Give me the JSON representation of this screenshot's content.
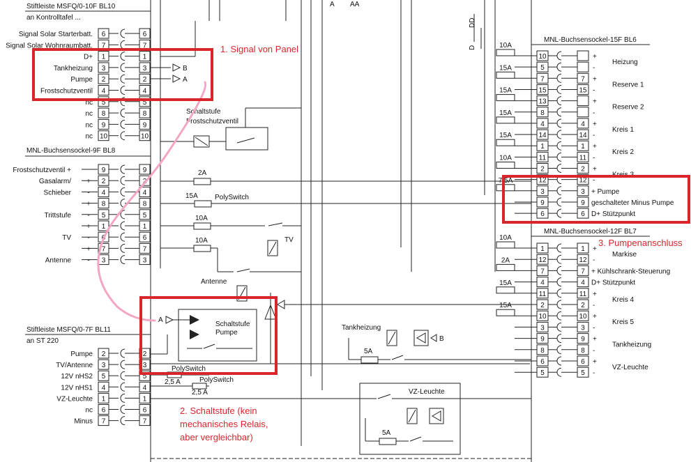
{
  "colors": {
    "highlight": "#d9262b",
    "route": "#f2a6c4",
    "ink": "#222222"
  },
  "top_letters": {
    "a": "A",
    "aa": "AA",
    "dd": "DD",
    "d": "D"
  },
  "kontrollpanel": {
    "header1": "Stiftleiste MSFQ/0-10F BL10",
    "header2": "an Kontrolltafel ...",
    "rows": [
      {
        "label": "Signal Solar Starterbatt.",
        "pin": "6",
        "pin2": "6"
      },
      {
        "label": "Signal Solar Wohnraumbatt.",
        "pin": "7",
        "pin2": "7"
      },
      {
        "label": "D+",
        "pin": "1",
        "pin2": "1"
      },
      {
        "label": "Tankheizung",
        "pin": "3",
        "pin2": "3"
      },
      {
        "label": "Pumpe",
        "pin": "2",
        "pin2": "2"
      },
      {
        "label": "Frostschutzventil",
        "pin": "4",
        "pin2": "4"
      },
      {
        "label": "nc",
        "pin": "5",
        "pin2": "5"
      },
      {
        "label": "nc",
        "pin": "8",
        "pin2": "8"
      },
      {
        "label": "nc",
        "pin": "9",
        "pin2": "9"
      },
      {
        "label": "nc",
        "pin": "10",
        "pin2": "10"
      }
    ],
    "out_b": "B",
    "out_a": "A"
  },
  "bl8": {
    "header": "MNL-Buchsensockel-9F BL8",
    "rows": [
      {
        "label": "Frostschutzventil +",
        "sign": "",
        "pin": "9",
        "pin2": "9"
      },
      {
        "label": "Gasalarm/",
        "sign": "+",
        "pin": "2",
        "pin2": "2"
      },
      {
        "label": "Schieber",
        "sign": "-",
        "pin": "4",
        "pin2": "4"
      },
      {
        "label": "",
        "sign": "+",
        "pin": "8",
        "pin2": "8"
      },
      {
        "label": "Trittstufe",
        "sign": "-",
        "pin": "5",
        "pin2": "5"
      },
      {
        "label": "",
        "sign": "+",
        "pin": "1",
        "pin2": "1"
      },
      {
        "label": "TV",
        "sign": "-",
        "pin": "6",
        "pin2": "6"
      },
      {
        "label": "",
        "sign": "+",
        "pin": "7",
        "pin2": "7"
      },
      {
        "label": "Antenne",
        "sign": "-",
        "pin": "3",
        "pin2": "3"
      }
    ]
  },
  "bl11": {
    "header1": "Stiftleiste MSFQ/0-7F BL11",
    "header2": "an ST 220",
    "rows": [
      {
        "label": "Pumpe",
        "pin": "2",
        "pin2": "2"
      },
      {
        "label": "TV/Antenne",
        "pin": "3",
        "pin2": "3"
      },
      {
        "label": "12V nHS2",
        "pin": "5",
        "pin2": "5"
      },
      {
        "label": "12V nHS1",
        "pin": "4",
        "pin2": "4"
      },
      {
        "label": "VZ-Leuchte",
        "pin": "1",
        "pin2": "1"
      },
      {
        "label": "nc",
        "pin": "6",
        "pin2": "6"
      },
      {
        "label": "Minus",
        "pin": "7",
        "pin2": "7"
      }
    ]
  },
  "center": {
    "schaltstufe_frost_1": "Schaltstufe",
    "schaltstufe_frost_2": "Frostschutzventil",
    "fuse_2a": "2A",
    "fuse_15a": "15A",
    "polyswitch": "PolySwitch",
    "fuse_10a_tv": "10A",
    "fuse_10a_ant": "10A",
    "tv": "TV",
    "antenne": "Antenne",
    "a_in": "A",
    "schaltstufe_pumpe_1": "Schaltstufe",
    "schaltstufe_pumpe_2": "Pumpe",
    "polyswitch_low": "PolySwitch",
    "polyswitch_low2": "PolySwitch",
    "fuse_25a_1": "2,5 A",
    "fuse_25a_2": "2,5 A",
    "tankheizung": "Tankheizung",
    "fuse_5a_tank": "5A",
    "b_in": "B",
    "vz_leuchte": "VZ-Leuchte",
    "fuse_5a_vz": "5A"
  },
  "bl6": {
    "header": "MNL-Buchsensockel-15F BL6",
    "rows": [
      {
        "fuse": "10A",
        "pin": "10",
        "pin2": "",
        "sign": "+",
        "group": "Heizung"
      },
      {
        "fuse": "",
        "pin": "5",
        "pin2": "",
        "sign": "-",
        "group": ""
      },
      {
        "fuse": "15A",
        "pin": "7",
        "pin2": "7",
        "sign": "+",
        "group": "Reserve 1"
      },
      {
        "fuse": "",
        "pin": "15",
        "pin2": "15",
        "sign": "-",
        "group": ""
      },
      {
        "fuse": "15A",
        "pin": "13",
        "pin2": "",
        "sign": "+",
        "group": "Reserve 2"
      },
      {
        "fuse": "",
        "pin": "8",
        "pin2": "",
        "sign": "-",
        "group": ""
      },
      {
        "fuse": "15A",
        "pin": "4",
        "pin2": "4",
        "sign": "+",
        "group": "Kreis 1"
      },
      {
        "fuse": "",
        "pin": "14",
        "pin2": "14",
        "sign": "-",
        "group": ""
      },
      {
        "fuse": "15A",
        "pin": "1",
        "pin2": "1",
        "sign": "+",
        "group": "Kreis 2"
      },
      {
        "fuse": "",
        "pin": "11",
        "pin2": "11",
        "sign": "-",
        "group": ""
      },
      {
        "fuse": "10A",
        "pin": "2",
        "pin2": "2",
        "sign": "+",
        "group": "Kreis 3"
      },
      {
        "fuse": "",
        "pin": "12",
        "pin2": "12",
        "sign": "-",
        "group": ""
      },
      {
        "fuse": "7,5A",
        "pin": "3",
        "pin2": "3",
        "sign": "",
        "group": "+ Pumpe"
      },
      {
        "fuse": "",
        "pin": "9",
        "pin2": "9",
        "sign": "",
        "group": "geschalteter Minus Pumpe"
      },
      {
        "fuse": "",
        "pin": "6",
        "pin2": "6",
        "sign": "",
        "group": "D+ Stützpunkt"
      }
    ]
  },
  "bl7": {
    "header": "MNL-Buchsensockel-12F BL7",
    "rows": [
      {
        "fuse": "10A",
        "pin": "1",
        "pin2": "1",
        "sign": "+",
        "group": "Markise"
      },
      {
        "fuse": "",
        "pin": "12",
        "pin2": "12",
        "sign": "-",
        "group": ""
      },
      {
        "fuse": "2A",
        "pin": "7",
        "pin2": "7",
        "sign": "",
        "group": "+ Kühlschrank-Steuerung"
      },
      {
        "fuse": "",
        "pin": "4",
        "pin2": "4",
        "sign": "",
        "group": "D+ Stützpunkt"
      },
      {
        "fuse": "15A",
        "pin": "11",
        "pin2": "11",
        "sign": "+",
        "group": "Kreis 4"
      },
      {
        "fuse": "",
        "pin": "2",
        "pin2": "2",
        "sign": "-",
        "group": ""
      },
      {
        "fuse": "15A",
        "pin": "10",
        "pin2": "10",
        "sign": "+",
        "group": "Kreis 5"
      },
      {
        "fuse": "",
        "pin": "3",
        "pin2": "3",
        "sign": "-",
        "group": ""
      },
      {
        "fuse": "",
        "pin": "9",
        "pin2": "9",
        "sign": "+",
        "group": "Tankheizung"
      },
      {
        "fuse": "",
        "pin": "8",
        "pin2": "8",
        "sign": "-",
        "group": ""
      },
      {
        "fuse": "",
        "pin": "6",
        "pin2": "6",
        "sign": "+",
        "group": "VZ-Leuchte"
      },
      {
        "fuse": "",
        "pin": "5",
        "pin2": "5",
        "sign": "-",
        "group": ""
      }
    ]
  },
  "annotations": {
    "a1": "1. Signal von Panel",
    "a2_1": "2. Schaltstufe (kein",
    "a2_2": "mechanisches Relais,",
    "a2_3": "aber vergleichbar)",
    "a3": "3. Pumpenanschluss"
  }
}
